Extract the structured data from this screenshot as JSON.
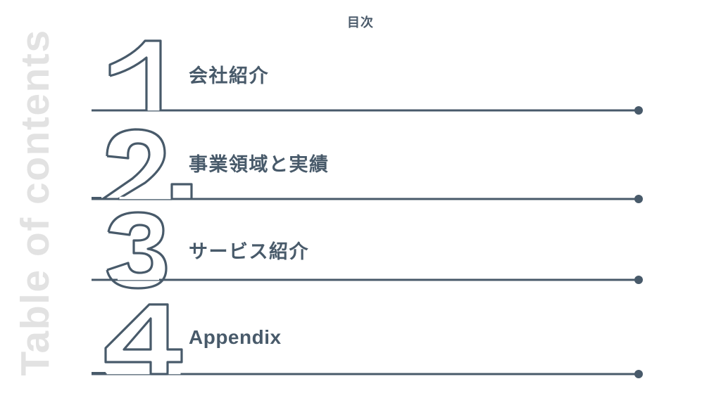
{
  "slide": {
    "title": "目次",
    "vertical_heading": "Table of contents",
    "accent_color": "#485a6a",
    "muted_color": "#e2e2e2",
    "background_color": "#ffffff"
  },
  "toc": {
    "items": [
      {
        "number": "1",
        "label": "会社紹介"
      },
      {
        "number": "2",
        "label": "事業領域と実績"
      },
      {
        "number": "3",
        "label": "サービス紹介"
      },
      {
        "number": "4",
        "label": "Appendix"
      }
    ]
  }
}
